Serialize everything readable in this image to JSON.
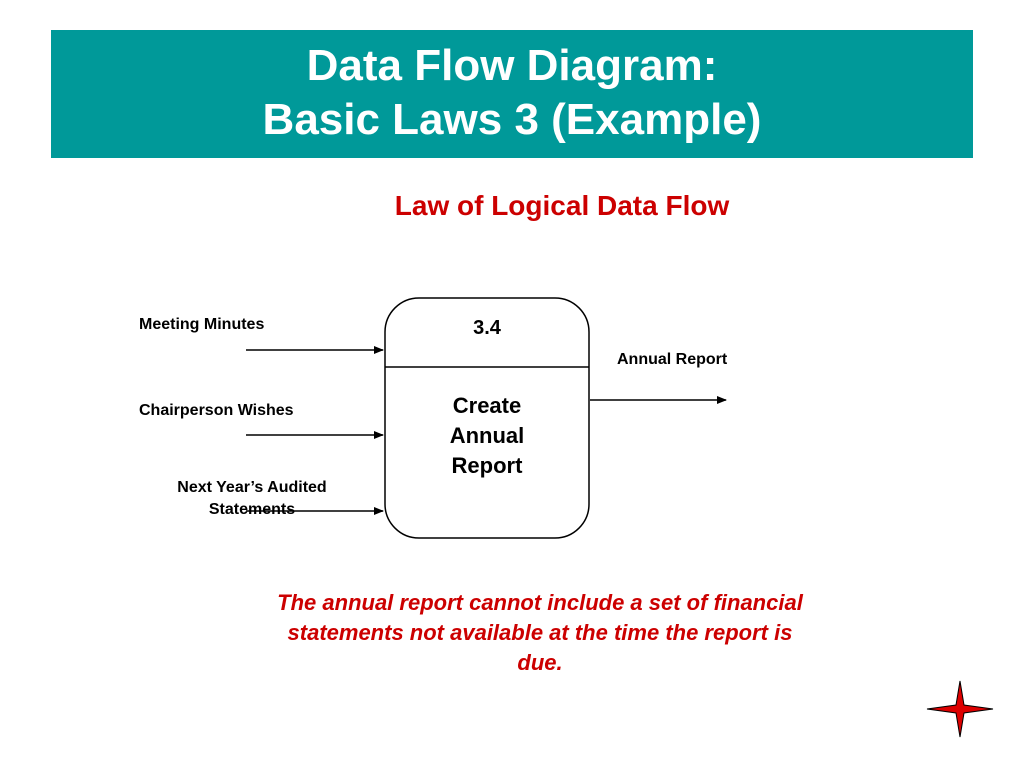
{
  "title": {
    "line1": "Data Flow Diagram:",
    "line2": "Basic Laws 3 (Example)"
  },
  "subtitle": "Law of Logical Data Flow",
  "process": {
    "id": "3.4",
    "name_lines": [
      "Create",
      "Annual",
      "Report"
    ]
  },
  "inputs": [
    {
      "label": "Meeting Minutes"
    },
    {
      "label": "Chairperson Wishes"
    },
    {
      "label_lines": [
        "Next Year’s Audited",
        "Statements"
      ]
    }
  ],
  "output": {
    "label": "Annual Report"
  },
  "note_lines": [
    "The annual report cannot include a set of financial",
    "statements not available at the time the report is",
    "due."
  ],
  "colors": {
    "title_bar": "#009999",
    "title_text": "#ffffff",
    "accent_red": "#cc0000",
    "star_red": "#dd0000"
  },
  "icons": {
    "corner": "four-point-star-icon"
  }
}
